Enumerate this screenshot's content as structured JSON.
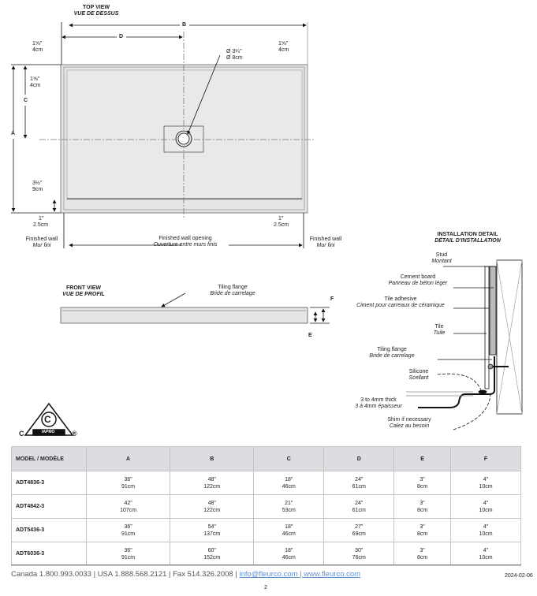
{
  "top_view": {
    "title": "TOP VIEW",
    "title_fr": "VUE DE DESSUS",
    "dim_b": "B",
    "dim_d": "D",
    "dim_a": "A",
    "dim_c": "C",
    "flange_left": "1⅝\"",
    "flange_left_cm": "4cm",
    "flange_right": "1⅝\"",
    "flange_right_cm": "4cm",
    "flange_top": "1⅝\"",
    "flange_top_cm": "4cm",
    "drain": "Ø 3¼\"",
    "drain_cm": "Ø 8cm",
    "lip": "3½\"",
    "lip_cm": "9cm",
    "wall_left": "1\"",
    "wall_left_cm": "2.5cm",
    "wall_right": "1\"",
    "wall_right_cm": "2.5cm",
    "finished_wall": "Finished wall",
    "finished_wall_fr": "Mur fini",
    "opening": "Finished wall opening",
    "opening_fr": "Ouverture entre murs finis"
  },
  "front_view": {
    "title": "FRONT VIEW",
    "title_fr": "VUE DE PROFIL",
    "flange": "Tiling flange",
    "flange_fr": "Bride de carrelage",
    "dim_e": "E",
    "dim_f": "F"
  },
  "install": {
    "title": "INSTALLATION DETAIL",
    "title_fr": "DÉTAIL D'INSTALLATION",
    "labels": [
      {
        "en": "Stud",
        "fr": "Montant"
      },
      {
        "en": "Cement board",
        "fr": "Panneau de béton léger"
      },
      {
        "en": "Tile adhesive",
        "fr": "Ciment pour carreaux de céramique"
      },
      {
        "en": "Tile",
        "fr": "Tuile"
      },
      {
        "en": "Tiling flange",
        "fr": "Bride de carrelage"
      },
      {
        "en": "Silicone",
        "fr": "Scellant"
      },
      {
        "en": "3 to 4mm thick",
        "fr": "3 à 4mm épaisseur"
      },
      {
        "en": "Shim if necessary",
        "fr": "Calez au besoin"
      }
    ]
  },
  "logo": {
    "text": "C",
    "sub": "IAPMO",
    "left": "C",
    "reg": "®"
  },
  "table": {
    "headers": [
      "MODEL / MODÈLE",
      "A",
      "B",
      "C",
      "D",
      "E",
      "F"
    ],
    "rows": [
      {
        "model": "ADT4836-3",
        "cells": [
          [
            "36\"",
            "91cm"
          ],
          [
            "48\"",
            "122cm"
          ],
          [
            "18\"",
            "46cm"
          ],
          [
            "24\"",
            "61cm"
          ],
          [
            "3\"",
            "8cm"
          ],
          [
            "4\"",
            "10cm"
          ]
        ]
      },
      {
        "model": "ADT4842-3",
        "cells": [
          [
            "42\"",
            "107cm"
          ],
          [
            "48\"",
            "122cm"
          ],
          [
            "21\"",
            "53cm"
          ],
          [
            "24\"",
            "61cm"
          ],
          [
            "3\"",
            "8cm"
          ],
          [
            "4\"",
            "10cm"
          ]
        ]
      },
      {
        "model": "ADT5436-3",
        "cells": [
          [
            "36\"",
            "91cm"
          ],
          [
            "54\"",
            "137cm"
          ],
          [
            "18\"",
            "46cm"
          ],
          [
            "27\"",
            "69cm"
          ],
          [
            "3\"",
            "8cm"
          ],
          [
            "4\"",
            "10cm"
          ]
        ]
      },
      {
        "model": "ADT6036-3",
        "cells": [
          [
            "36\"",
            "91cm"
          ],
          [
            "60\"",
            "152cm"
          ],
          [
            "18\"",
            "46cm"
          ],
          [
            "30\"",
            "76cm"
          ],
          [
            "3\"",
            "8cm"
          ],
          [
            "4\"",
            "10cm"
          ]
        ]
      }
    ]
  },
  "footer": {
    "contact": "Canada 1.800.993.0033 | USA 1.888.568.2121 | Fax 514.326.2008 | ",
    "email": "info@fleurco.com",
    "sep": " | ",
    "web": "www.fleurco.com",
    "date": "2024-02-06",
    "page": "2"
  }
}
